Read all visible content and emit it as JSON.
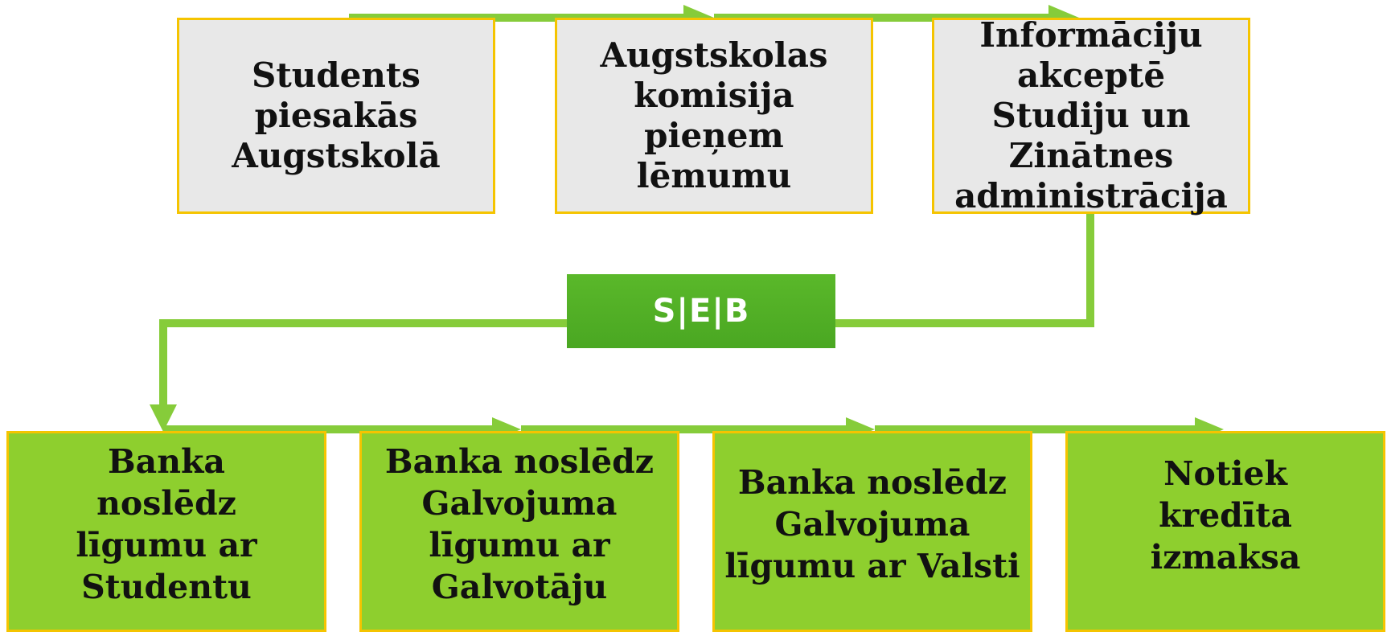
{
  "steps_top": [
    "Students piesakās Augstskolā",
    "Augstskolas komisija pieņem lēmumu",
    "Informāciju akceptē Studiju un Zinātnes administrācija"
  ],
  "logo": {
    "text": "S|E|B",
    "color": "#52b226"
  },
  "steps_bottom": [
    "Banka noslēdz līgumu ar Studentu",
    "Banka noslēdz Galvojuma līgumu ar Galvotāju",
    "Banka noslēdz Galvojuma līgumu ar Valsti",
    "Notiek kredīta izmaksa"
  ],
  "colors": {
    "arrow": "#86cc3a",
    "box_border": "#f5c400",
    "top_fill": "#e8e8e8",
    "bottom_fill": "#8ecf2e"
  }
}
